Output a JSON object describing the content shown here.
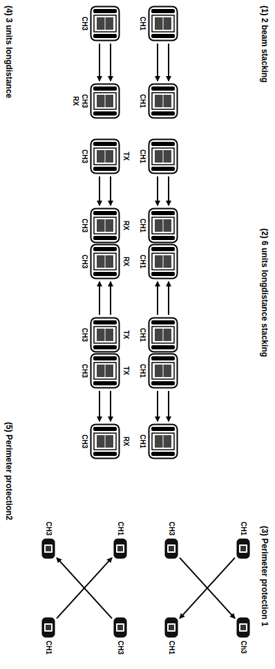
{
  "diagram": {
    "nodes": [
      {
        "text": [
          "CH1"
        ]
      },
      {
        "text": [
          "CH1"
        ]
      },
      {
        "text": [
          "CH3"
        ]
      },
      {
        "text": [
          "CH3",
          "RX"
        ]
      },
      {
        "text": [
          "CH1"
        ]
      },
      {
        "text": [
          "CH1"
        ]
      },
      {
        "text": [
          "CH1"
        ]
      },
      {
        "text": [
          "CH1"
        ]
      },
      {
        "text": [
          "CH1"
        ]
      },
      {
        "text": [
          "CH1"
        ]
      },
      {
        "text": [
          "TX",
          "CH3"
        ]
      },
      {
        "text": [
          "RX",
          "CH3"
        ]
      },
      {
        "text": [
          "RX",
          "CH3"
        ]
      },
      {
        "text": [
          "TX",
          "CH3"
        ]
      },
      {
        "text": [
          "TX",
          "CH3"
        ]
      },
      {
        "text": [
          "RX",
          "CH3"
        ]
      },
      {
        "text": [
          "CH1"
        ]
      },
      {
        "text": [
          "Ch3"
        ]
      },
      {
        "text": [
          "CH3"
        ]
      },
      {
        "text": [
          "CH1"
        ]
      },
      {
        "text": [
          "CH1"
        ]
      },
      {
        "text": [
          "CH3"
        ]
      },
      {
        "text": [
          "CH3"
        ]
      },
      {
        "text": [
          "CH1"
        ]
      }
    ],
    "edges": [
      {
        "from": 0,
        "to": 1,
        "arrow": "to"
      },
      {
        "from": 0,
        "to": 1,
        "arrow": "to"
      },
      {
        "from": 2,
        "to": 3,
        "arrow": "to"
      },
      {
        "from": 2,
        "to": 3,
        "arrow": "to"
      },
      {
        "from": 4,
        "to": 5,
        "arrow": "to"
      },
      {
        "from": 4,
        "to": 5,
        "arrow": "to"
      },
      {
        "from": 7,
        "to": 6,
        "arrow": "to"
      },
      {
        "from": 7,
        "to": 6,
        "arrow": "to"
      },
      {
        "from": 8,
        "to": 9,
        "arrow": "to"
      },
      {
        "from": 8,
        "to": 9,
        "arrow": "to"
      },
      {
        "from": 10,
        "to": 11,
        "arrow": "to"
      },
      {
        "from": 10,
        "to": 11,
        "arrow": "to"
      },
      {
        "from": 13,
        "to": 12,
        "arrow": "to"
      },
      {
        "from": 13,
        "to": 12,
        "arrow": "to"
      },
      {
        "from": 14,
        "to": 15,
        "arrow": "to"
      },
      {
        "from": 14,
        "to": 15,
        "arrow": "to"
      },
      {
        "from": 16,
        "to": 19,
        "arrow": "to"
      },
      {
        "from": 18,
        "to": 17,
        "arrow": "to"
      },
      {
        "from": 23,
        "to": 20,
        "arrow": "to"
      },
      {
        "from": 21,
        "to": 22,
        "arrow": "to"
      }
    ],
    "labels": [
      "(1) 2 beam stacking",
      "(2) 6 units longdistance stacking",
      "(3) Perimeter protection 1",
      "(4) 3 units longdistance",
      "(5) Perimeter protection2"
    ]
  }
}
